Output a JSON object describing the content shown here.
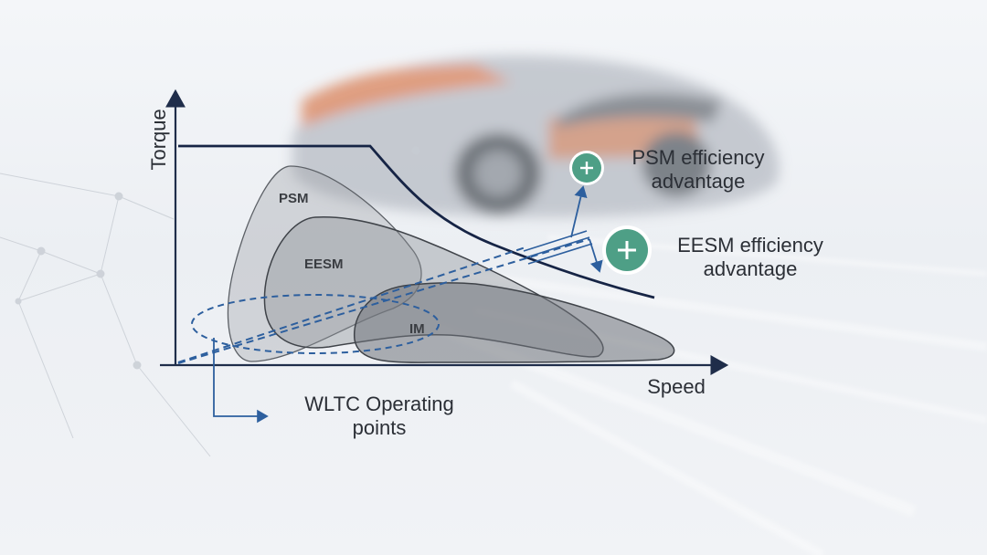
{
  "axes": {
    "y_label": "Torque",
    "x_label": "Speed"
  },
  "regions": {
    "psm": "PSM",
    "eesm": "EESM",
    "im": "IM"
  },
  "callouts": {
    "psm": {
      "line1": "PSM efficiency",
      "line2": "advantage",
      "icon": "plus-circle"
    },
    "eesm": {
      "line1": "EESM efficiency",
      "line2": "advantage",
      "icon": "plus-circle"
    },
    "wltc": {
      "line1": "WLTC Operating",
      "line2": "points"
    }
  },
  "colors": {
    "axis": "#1f2d4a",
    "torque_curve": "#162445",
    "operating_points": "#2d5f9e",
    "callout_badge": "#4e9f86",
    "region_fill": "#7c8086",
    "car_accent": "#e27a4f"
  }
}
